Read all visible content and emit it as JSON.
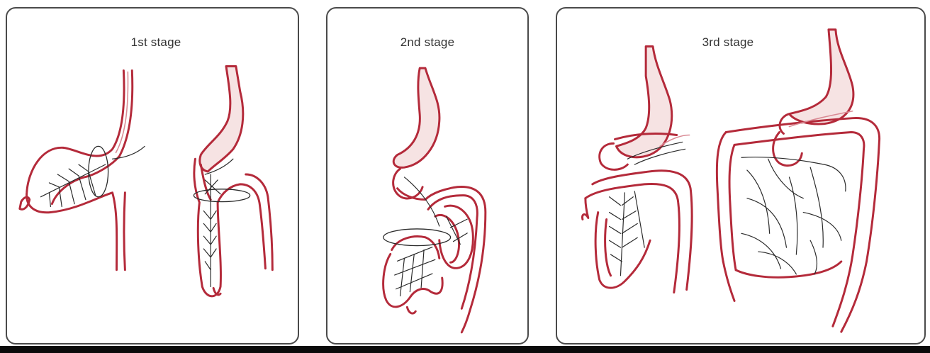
{
  "figure": {
    "panels": [
      {
        "id": "stage-1",
        "title": "1st stage"
      },
      {
        "id": "stage-2",
        "title": "2nd stage"
      },
      {
        "id": "stage-3",
        "title": "3rd stage"
      }
    ]
  },
  "colors": {
    "gut_outline": "#b42a3a",
    "gut_fill": "#f6e3e3",
    "vessel_lines": "#2a2a2a",
    "panel_border": "#4a4a4a",
    "background_band": "#0b0b0b"
  }
}
